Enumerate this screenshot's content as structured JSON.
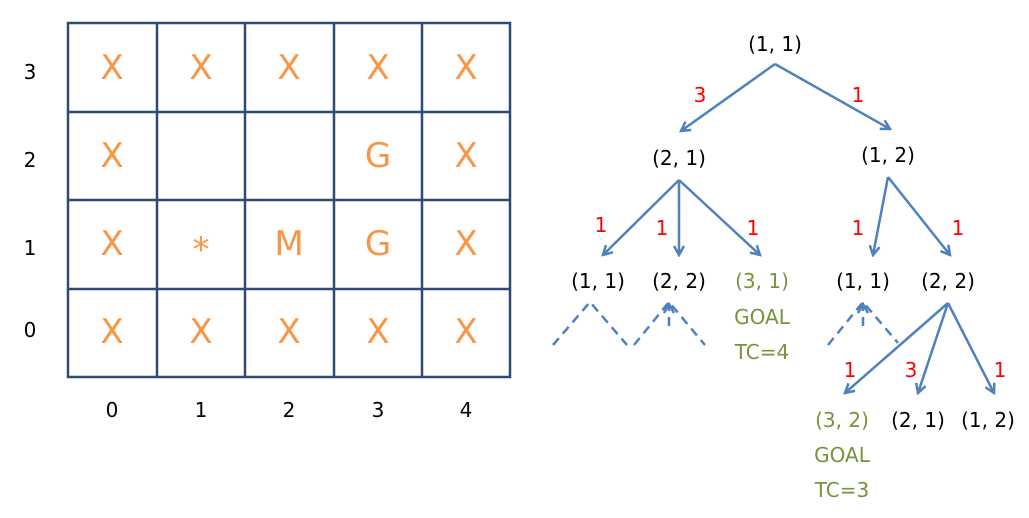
{
  "grid": {
    "rows": [
      {
        "y": "3",
        "cells": [
          "X",
          "X",
          "X",
          "X",
          "X"
        ]
      },
      {
        "y": "2",
        "cells": [
          "X",
          "",
          "",
          "G",
          "X"
        ]
      },
      {
        "y": "1",
        "cells": [
          "X",
          "*",
          "M",
          "G",
          "X"
        ]
      },
      {
        "y": "0",
        "cells": [
          "X",
          "X",
          "X",
          "X",
          "X"
        ]
      }
    ],
    "x_labels": [
      "0",
      "1",
      "2",
      "3",
      "4"
    ]
  },
  "tree": {
    "root": "(1, 1)",
    "l1": [
      "(2, 1)",
      "(1, 2)"
    ],
    "l1_weights": [
      "3",
      "1"
    ],
    "l2_left": [
      "(1, 1)",
      "(2, 2)",
      "(3, 1)"
    ],
    "l2_left_weights": [
      "1",
      "1",
      "1"
    ],
    "l2_right": [
      "(1, 1)",
      "(2, 2)"
    ],
    "l2_right_weights": [
      "1",
      "1"
    ],
    "l3": [
      "(3, 2)",
      "(2, 1)",
      "(1, 2)"
    ],
    "l3_weights": [
      "1",
      "3",
      "1"
    ],
    "goal1": {
      "label": "GOAL",
      "tc": "TC=4"
    },
    "goal2": {
      "label": "GOAL",
      "tc": "TC=3"
    }
  },
  "colors": {
    "cell": "#F79646",
    "edge": "#4F81BD",
    "goal": "#77933C",
    "weight": "#FF0000"
  }
}
